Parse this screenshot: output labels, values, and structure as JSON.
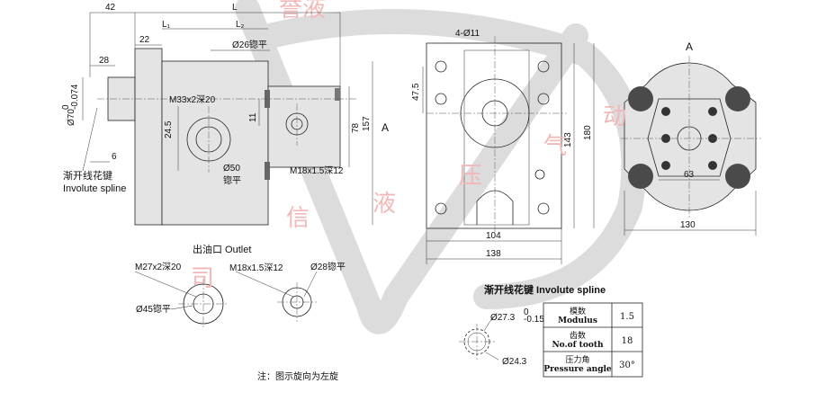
{
  "watermark": {
    "top_text": "誉液",
    "chars": [
      "司",
      "信",
      "液",
      "压",
      "气",
      "动"
    ]
  },
  "dims_side": {
    "d42": "42",
    "L": "L",
    "L1": "L₁",
    "L2": "L₂",
    "d22": "22",
    "d28": "28",
    "shaft_dia": "Ø70",
    "shaft_tol_top": "0",
    "shaft_tol_bot": "-0.074",
    "d6": "6",
    "d26": "Ø26锪平",
    "m33": "M33x2深20",
    "d24_5": "24.5",
    "d11": "11",
    "d78": "78",
    "d157": "157",
    "d50": "Ø50",
    "d50_sub": "锪平",
    "m18": "M18x1.5深12",
    "section_A": "A",
    "spline_cn": "渐开线花键",
    "spline_en": "Involute spline"
  },
  "dims_front": {
    "holes": "4-Ø11",
    "d47_5": "47.5",
    "d143": "143",
    "d180": "180",
    "d104": "104",
    "d138": "138"
  },
  "view_A": {
    "label": "A",
    "d63": "63",
    "d130": "130"
  },
  "outlet": {
    "title": "出油口  Outlet",
    "m27": "M27x2深20",
    "d45": "Ø45锪平",
    "m18": "M18x1.5深12",
    "d28": "Ø28锪平"
  },
  "spline_detail": {
    "title": "渐开线花键  Involute spline",
    "d27": "Ø27.3",
    "d27_tol_top": "0",
    "d27_tol_bot": "-0.15",
    "d24": "Ø24.3",
    "table": [
      {
        "cn": "模数",
        "en": "Modulus",
        "value": "1.5"
      },
      {
        "cn": "齿数",
        "en": "No.of tooth",
        "value": "18"
      },
      {
        "cn": "压力角",
        "en": "Pressure angle",
        "value": "30°"
      }
    ]
  },
  "note": "注：图示旋向为左旋"
}
